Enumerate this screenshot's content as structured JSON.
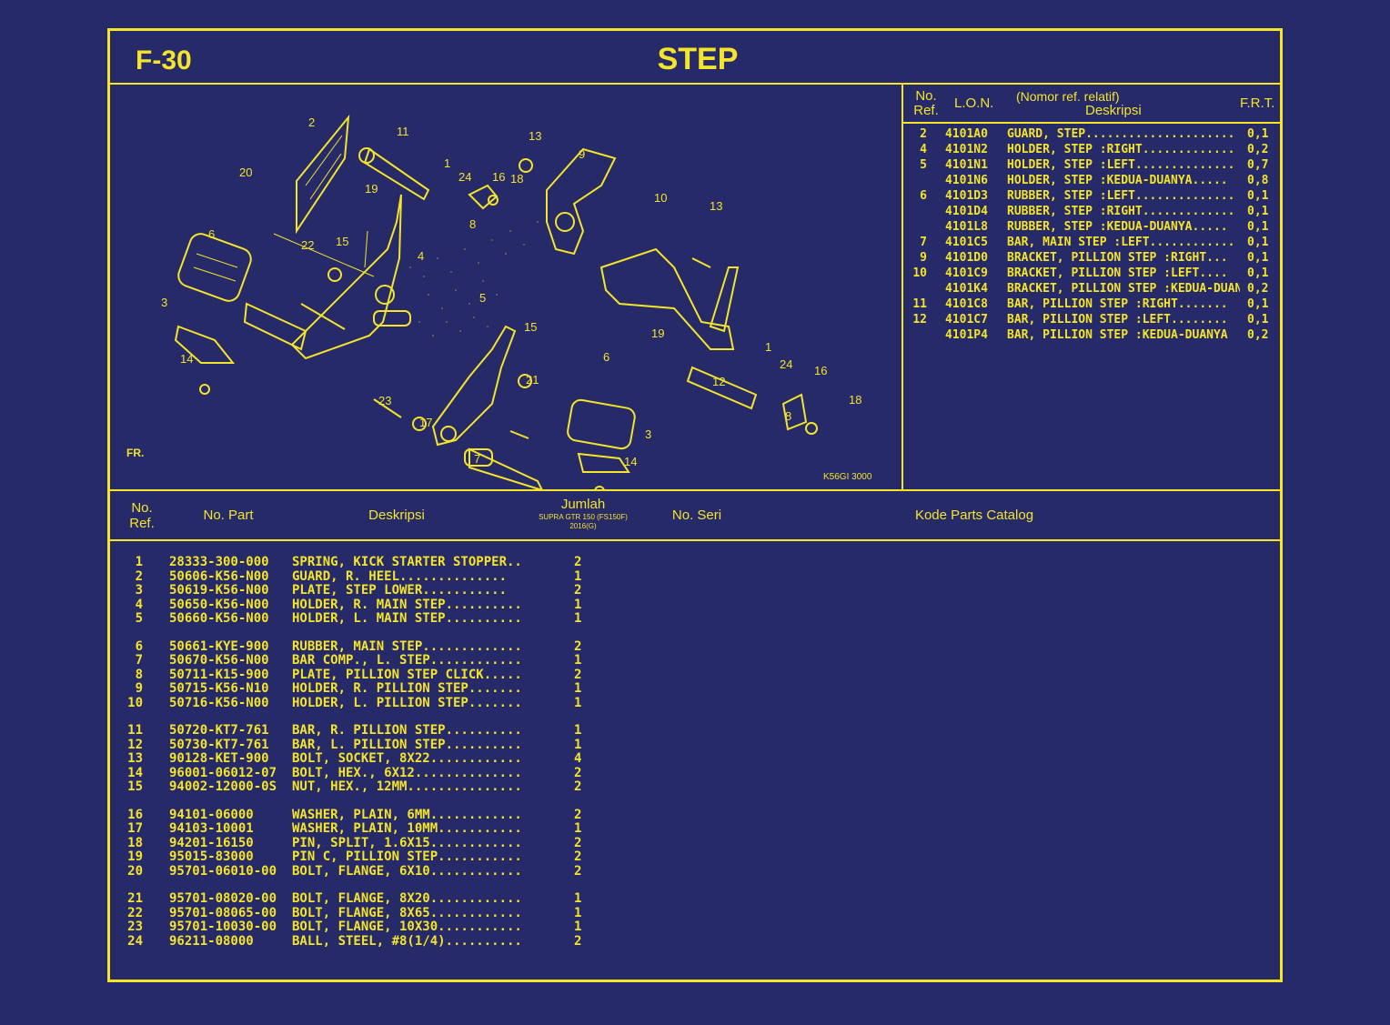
{
  "header": {
    "page_code": "F-30",
    "title": "STEP"
  },
  "frt_table": {
    "headers": {
      "no_ref": "No.\nRef.",
      "lon": "L.O.N.",
      "desc_top": "(Nomor ref. relatif)",
      "desc": "Deskripsi",
      "frt": "F.R.T."
    },
    "rows": [
      {
        "no": "2",
        "lon": "4101A0",
        "desc": "GUARD, STEP.....................",
        "frt": "0,1"
      },
      {
        "no": "4",
        "lon": "4101N2",
        "desc": "HOLDER, STEP :RIGHT.............",
        "frt": "0,2"
      },
      {
        "no": "5",
        "lon": "4101N1",
        "desc": "HOLDER, STEP :LEFT..............",
        "frt": "0,7"
      },
      {
        "no": "",
        "lon": "4101N6",
        "desc": "HOLDER, STEP :KEDUA-DUANYA.....",
        "frt": "0,8"
      },
      {
        "no": "6",
        "lon": "4101D3",
        "desc": "RUBBER, STEP :LEFT..............",
        "frt": "0,1"
      },
      {
        "no": "",
        "lon": "4101D4",
        "desc": "RUBBER, STEP :RIGHT.............",
        "frt": "0,1"
      },
      {
        "no": "",
        "lon": "4101L8",
        "desc": "RUBBER, STEP :KEDUA-DUANYA.....",
        "frt": "0,1"
      },
      {
        "no": "7",
        "lon": "4101C5",
        "desc": "BAR, MAIN STEP :LEFT............",
        "frt": "0,1"
      },
      {
        "no": "9",
        "lon": "4101D0",
        "desc": "BRACKET, PILLION STEP :RIGHT...",
        "frt": "0,1"
      },
      {
        "no": "10",
        "lon": "4101C9",
        "desc": "BRACKET, PILLION STEP :LEFT....",
        "frt": "0,1"
      },
      {
        "no": "",
        "lon": "4101K4",
        "desc": "BRACKET, PILLION STEP :KEDUA-DUANYA",
        "frt": "0,2"
      },
      {
        "no": "11",
        "lon": "4101C8",
        "desc": "BAR, PILLION STEP :RIGHT.......",
        "frt": "0,1"
      },
      {
        "no": "12",
        "lon": "4101C7",
        "desc": "BAR, PILLION STEP :LEFT........",
        "frt": "0,1"
      },
      {
        "no": "",
        "lon": "4101P4",
        "desc": "BAR, PILLION STEP :KEDUA-DUANYA",
        "frt": "0,2"
      }
    ]
  },
  "parts_header": {
    "no_ref": "No.\nRef.",
    "no_part": "No. Part",
    "deskripsi": "Deskripsi",
    "jumlah": "Jumlah",
    "model": "SUPRA GTR 150 (FS150F)",
    "year": "2016(G)",
    "no_seri": "No. Seri",
    "kode": "Kode Parts Catalog"
  },
  "parts": [
    {
      "ref": "1",
      "part": "28333-300-000",
      "desc": "SPRING, KICK STARTER STOPPER..",
      "qty": "2"
    },
    {
      "ref": "2",
      "part": "50606-K56-N00",
      "desc": "GUARD, R. HEEL..............",
      "qty": "1"
    },
    {
      "ref": "3",
      "part": "50619-K56-N00",
      "desc": "PLATE, STEP LOWER...........",
      "qty": "2"
    },
    {
      "ref": "4",
      "part": "50650-K56-N00",
      "desc": "HOLDER, R. MAIN STEP..........",
      "qty": "1"
    },
    {
      "ref": "5",
      "part": "50660-K56-N00",
      "desc": "HOLDER, L. MAIN STEP..........",
      "qty": "1"
    },
    {
      "ref": "6",
      "part": "50661-KYE-900",
      "desc": "RUBBER, MAIN STEP.............",
      "qty": "2"
    },
    {
      "ref": "7",
      "part": "50670-K56-N00",
      "desc": "BAR COMP., L. STEP............",
      "qty": "1"
    },
    {
      "ref": "8",
      "part": "50711-K15-900",
      "desc": "PLATE, PILLION STEP CLICK.....",
      "qty": "2"
    },
    {
      "ref": "9",
      "part": "50715-K56-N10",
      "desc": "HOLDER, R. PILLION STEP.......",
      "qty": "1"
    },
    {
      "ref": "10",
      "part": "50716-K56-N00",
      "desc": "HOLDER, L. PILLION STEP.......",
      "qty": "1"
    },
    {
      "ref": "11",
      "part": "50720-KT7-761",
      "desc": "BAR, R. PILLION STEP..........",
      "qty": "1"
    },
    {
      "ref": "12",
      "part": "50730-KT7-761",
      "desc": "BAR, L. PILLION STEP..........",
      "qty": "1"
    },
    {
      "ref": "13",
      "part": "90128-KET-900",
      "desc": "BOLT, SOCKET, 8X22............",
      "qty": "4"
    },
    {
      "ref": "14",
      "part": "96001-06012-07",
      "desc": "BOLT, HEX., 6X12..............",
      "qty": "2"
    },
    {
      "ref": "15",
      "part": "94002-12000-0S",
      "desc": "NUT, HEX., 12MM...............",
      "qty": "2"
    },
    {
      "ref": "16",
      "part": "94101-06000",
      "desc": "WASHER, PLAIN, 6MM............",
      "qty": "2"
    },
    {
      "ref": "17",
      "part": "94103-10001",
      "desc": "WASHER, PLAIN, 10MM...........",
      "qty": "1"
    },
    {
      "ref": "18",
      "part": "94201-16150",
      "desc": "PIN, SPLIT, 1.6X15............",
      "qty": "2"
    },
    {
      "ref": "19",
      "part": "95015-83000",
      "desc": "PIN C, PILLION STEP...........",
      "qty": "2"
    },
    {
      "ref": "20",
      "part": "95701-06010-00",
      "desc": "BOLT, FLANGE, 6X10............",
      "qty": "2"
    },
    {
      "ref": "21",
      "part": "95701-08020-00",
      "desc": "BOLT, FLANGE, 8X20............",
      "qty": "1"
    },
    {
      "ref": "22",
      "part": "95701-08065-00",
      "desc": "BOLT, FLANGE, 8X65............",
      "qty": "1"
    },
    {
      "ref": "23",
      "part": "95701-10030-00",
      "desc": "BOLT, FLANGE, 10X30...........",
      "qty": "1"
    },
    {
      "ref": "24",
      "part": "96211-08000",
      "desc": "BALL, STEEL, #8(1/4)..........",
      "qty": "2"
    }
  ],
  "diagram": {
    "code": "K56GI 3000",
    "front_label": "FR.",
    "callouts": [
      "2",
      "11",
      "13",
      "9",
      "20",
      "1",
      "24",
      "16",
      "18",
      "19",
      "8",
      "10",
      "13",
      "6",
      "22",
      "15",
      "4",
      "5",
      "15",
      "3",
      "19",
      "1",
      "24",
      "16",
      "14",
      "6",
      "12",
      "21",
      "23",
      "17",
      "18",
      "8",
      "7",
      "3",
      "14"
    ]
  }
}
